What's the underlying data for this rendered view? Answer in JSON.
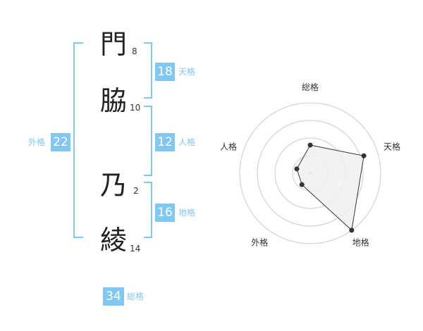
{
  "name": {
    "chars": [
      {
        "char": "門",
        "strokes": "8"
      },
      {
        "char": "脇",
        "strokes": "10"
      },
      {
        "char": "乃",
        "strokes": "2"
      },
      {
        "char": "綾",
        "strokes": "14"
      }
    ]
  },
  "fortune": {
    "tenkaku": {
      "value": "18",
      "label": "天格"
    },
    "jinkaku": {
      "value": "12",
      "label": "人格"
    },
    "chikaku": {
      "value": "16",
      "label": "地格"
    },
    "gaikaku": {
      "value": "22",
      "label": "外格"
    },
    "soukaku": {
      "value": "34",
      "label": "総格"
    }
  },
  "chart_data": {
    "type": "radar",
    "axes": [
      "総格",
      "天格",
      "地格",
      "外格",
      "人格"
    ],
    "values": [
      2,
      4,
      5,
      1,
      1
    ],
    "max": 5,
    "rings": 4,
    "colors": {
      "fill": "#f0f0f0",
      "stroke": "#333333",
      "grid": "#cccccc",
      "point": "#333333"
    }
  }
}
